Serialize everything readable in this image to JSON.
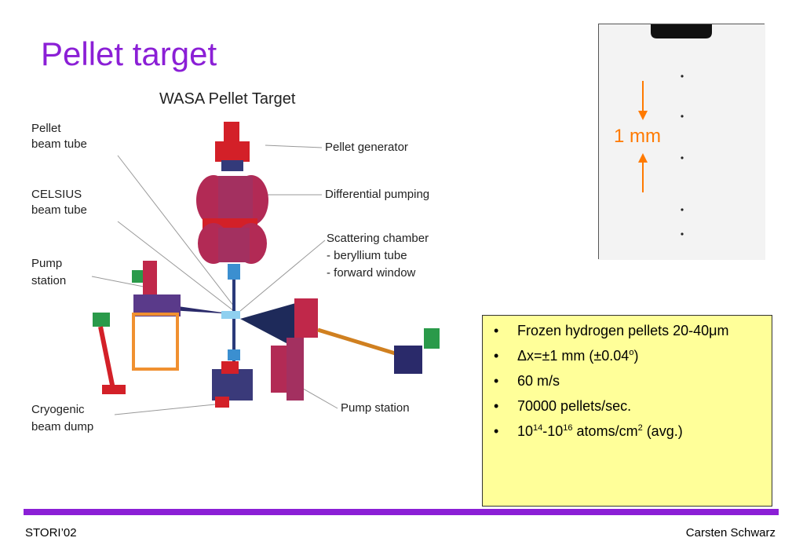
{
  "slide": {
    "title": "Pellet target"
  },
  "diagram": {
    "heading": "WASA Pellet Target",
    "left_labels": {
      "pellet_beam_tube": [
        "Pellet",
        "beam tube"
      ],
      "celsius_beam_tube": [
        "CELSIUS",
        "beam tube"
      ],
      "pump_station_left": [
        "Pump",
        "station"
      ],
      "cryogenic_beam_dump": [
        "Cryogenic",
        "beam dump"
      ]
    },
    "right_labels": {
      "pellet_generator": "Pellet generator",
      "differential_pumping": "Differential pumping",
      "scattering_chamber": [
        "Scattering chamber",
        "- beryllium tube",
        "- forward window"
      ],
      "pump_station_right": "Pump station"
    }
  },
  "photo": {
    "scale_label": "1 mm",
    "accent_color": "#ff7a00"
  },
  "bullets": {
    "item1": "Frozen hydrogen pellets 20-40μm",
    "item2_main": "Δx=±1 mm (±0.04",
    "item2_sup": "o",
    "item2_end": ")",
    "item3": "60 m/s",
    "item4": "70000 pellets/sec.",
    "item5_a": "10",
    "item5_sup1": "14",
    "item5_b": "-10",
    "item5_sup2": "16",
    "item5_c": " atoms/cm",
    "item5_sup3": "2",
    "item5_d": " (avg.)",
    "box_color": "#ffff99"
  },
  "footer": {
    "left": "STORI’02",
    "right": "Carsten Schwarz",
    "line_color": "#8b1fd6"
  }
}
